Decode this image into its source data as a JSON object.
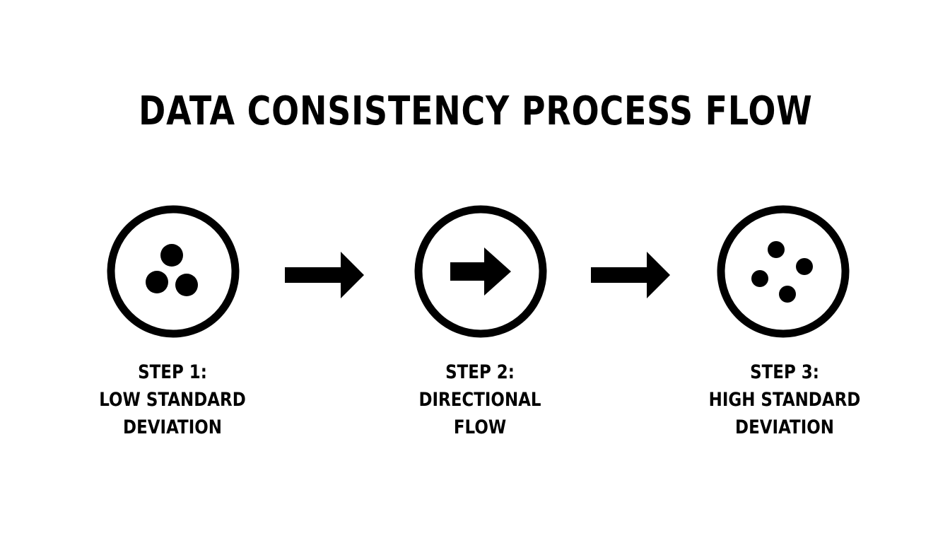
{
  "title": "DATA CONSISTENCY PROCESS FLOW",
  "steps": [
    {
      "number_label": "STEP 1:",
      "name_lines": [
        "LOW STANDARD",
        "DEVIATION"
      ],
      "icon": "clustered-dots-icon"
    },
    {
      "number_label": "STEP 2:",
      "name_lines": [
        "DIRECTIONAL",
        "FLOW"
      ],
      "icon": "right-arrow-icon"
    },
    {
      "number_label": "STEP 3:",
      "name_lines": [
        "HIGH STANDARD",
        "DEVIATION"
      ],
      "icon": "scattered-dots-icon"
    }
  ],
  "connectors": [
    "right-arrow-icon",
    "right-arrow-icon"
  ],
  "colors": {
    "background": "#ffffff",
    "foreground": "#000000"
  }
}
